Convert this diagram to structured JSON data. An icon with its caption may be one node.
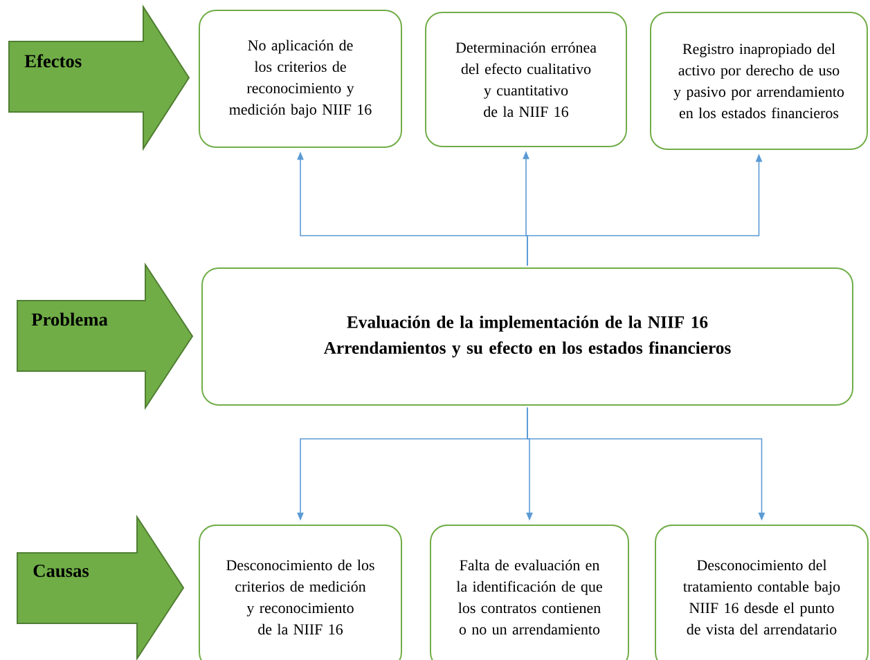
{
  "diagram": {
    "nodes": [
      {
        "text": [
          "Efectos"
        ]
      },
      {
        "text": [
          "No aplicación de los criterios de reconocimiento y medición bajo NIIF 16"
        ]
      },
      {
        "text": [
          "Determinación errónea del efecto cualitativo y cuantitativo de la NIIF 16"
        ]
      },
      {
        "text": [
          "Registro inapropiado del activo por derecho de uso y pasivo por arrendamiento en los estados financieros"
        ]
      },
      {
        "text": [
          "Problema"
        ]
      },
      {
        "text": [
          "Evaluación de la implementación de la NIIF 16 Arrendamientos y su efecto en los estados financieros"
        ]
      },
      {
        "text": [
          "Causas"
        ]
      },
      {
        "text": [
          "Desconocimiento de los criterios de medición y reconocimiento de la NIIF 16"
        ]
      },
      {
        "text": [
          "Falta de evaluación en la identificación de que los contratos contienen o no un arrendamiento"
        ]
      },
      {
        "text": [
          "Desconocimiento del tratamiento contable bajo NIIF 16 desde el punto de vista del arrendatario"
        ]
      }
    ],
    "edges": [
      {
        "from": 5,
        "to": 1,
        "arrow": "to"
      },
      {
        "from": 5,
        "to": 2,
        "arrow": "to"
      },
      {
        "from": 5,
        "to": 3,
        "arrow": "to"
      },
      {
        "from": 5,
        "to": 7,
        "arrow": "to"
      },
      {
        "from": 5,
        "to": 8,
        "arrow": "to"
      },
      {
        "from": 5,
        "to": 9,
        "arrow": "to"
      }
    ]
  }
}
